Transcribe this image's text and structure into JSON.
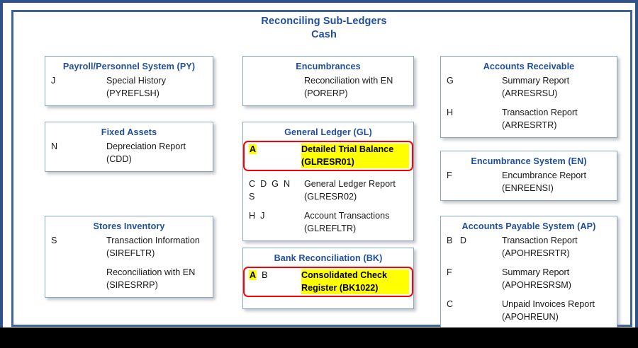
{
  "title": {
    "line1": "Reconciling Sub-Ledgers",
    "line2": "Cash"
  },
  "colors": {
    "title_blue": "#1f4e9c",
    "frame_blue": "#2e5289",
    "panel_border": "#8ba5c4",
    "highlight_yellow": "#ffff00",
    "outline_red": "#ff0000",
    "text_dark": "#17181a",
    "outer_black": "#000000"
  },
  "panels": [
    {
      "id": "payroll",
      "title": "Payroll/Personnel System (PY)",
      "rows": [
        {
          "codes": "J",
          "codes_highlighted": false,
          "line1": "Special History",
          "line2": "(PYREFLSH)",
          "highlighted": false
        }
      ]
    },
    {
      "id": "fixed-assets",
      "title": "Fixed Assets",
      "rows": [
        {
          "codes": "N",
          "codes_highlighted": false,
          "line1": "Depreciation Report",
          "line2": "(CDD)",
          "highlighted": false
        }
      ]
    },
    {
      "id": "stores",
      "title": "Stores Inventory",
      "rows": [
        {
          "codes": "S",
          "codes_highlighted": false,
          "line1": "Transaction Information",
          "line2": "(SIREFLTR)",
          "highlighted": false
        },
        {
          "codes": "",
          "codes_highlighted": false,
          "line1": "Reconciliation with EN",
          "line2": "(SIRESRRP)",
          "highlighted": false
        }
      ]
    },
    {
      "id": "encumbrances",
      "title": "Encumbrances",
      "rows": [
        {
          "codes": "",
          "codes_highlighted": false,
          "line1": "Reconciliation with EN",
          "line2": "(PORERP)",
          "highlighted": false
        }
      ]
    },
    {
      "id": "general-ledger",
      "title": "General Ledger (GL)",
      "rows": [
        {
          "codes": "A",
          "codes_highlighted": true,
          "line1": "Detailed Trial Balance",
          "line2": "(GLRESR01)",
          "highlighted": true
        },
        {
          "codes": "C  D  G  N\nS",
          "codes_highlighted": false,
          "line1": "General Ledger Report",
          "line2": "(GLRESR02)",
          "highlighted": false
        },
        {
          "codes": "H  J",
          "codes_highlighted": false,
          "line1": "Account Transactions",
          "line2": "(GLREFLTR)",
          "highlighted": false
        }
      ]
    },
    {
      "id": "bank-rec",
      "title": "Bank Reconciliation (BK)",
      "rows": [
        {
          "codes": "A",
          "codes_extra": "B",
          "codes_highlighted": true,
          "line1": "Consolidated Check",
          "line2": "Register (BK1022)",
          "highlighted": true
        }
      ]
    },
    {
      "id": "ar",
      "title": "Accounts Receivable",
      "rows": [
        {
          "codes": "G",
          "codes_highlighted": false,
          "line1": "Summary Report",
          "line2": "(ARRESRSU)",
          "highlighted": false
        },
        {
          "codes": "H",
          "codes_highlighted": false,
          "line1": "Transaction Report",
          "line2": "(ARRESRTR)",
          "highlighted": false
        }
      ]
    },
    {
      "id": "en",
      "title": "Encumbrance System (EN)",
      "rows": [
        {
          "codes": "F",
          "codes_highlighted": false,
          "line1": "Encumbrance Report",
          "line2": "(ENREENSI)",
          "highlighted": false
        }
      ]
    },
    {
      "id": "ap",
      "title": "Accounts Payable System (AP)",
      "rows": [
        {
          "codes": "B   D",
          "codes_highlighted": false,
          "line1": "Transaction Report",
          "line2": "(APOHRESRTR)",
          "highlighted": false
        },
        {
          "codes": "F",
          "codes_highlighted": false,
          "line1": "Summary Report",
          "line2": "(APOHRESRSM)",
          "highlighted": false
        },
        {
          "codes": "C",
          "codes_highlighted": false,
          "line1": "Unpaid Invoices Report",
          "line2": "(APOHREUN)",
          "highlighted": false
        }
      ]
    }
  ]
}
